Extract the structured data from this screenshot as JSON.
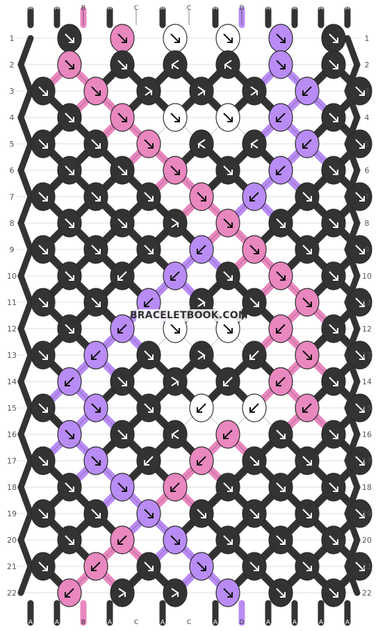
{
  "pattern": {
    "watermark": "BRACELETBOOK.COM",
    "strings": {
      "letters": [
        "A",
        "A",
        "B",
        "A",
        "C",
        "A",
        "C",
        "A",
        "D",
        "A",
        "A",
        "A",
        "A"
      ],
      "colors": {
        "A": "#333333",
        "B": "#e987bf",
        "C": "#ffffff",
        "D": "#b98cf5"
      }
    },
    "rows": [
      {
        "label": "1",
        "knots": [
          {
            "c": "A",
            "d": "f"
          },
          {
            "c": "B",
            "d": "f"
          },
          {
            "c": "C",
            "d": "f"
          },
          {
            "c": "C",
            "d": "f"
          },
          {
            "c": "D",
            "d": "f"
          },
          {
            "c": "A",
            "d": "f"
          }
        ]
      },
      {
        "label": "2",
        "knots": [
          {
            "c": "B",
            "d": "f"
          },
          {
            "c": "A",
            "d": "f"
          },
          {
            "c": "A",
            "d": "bf"
          },
          {
            "c": "A",
            "d": "bf"
          },
          {
            "c": "D",
            "d": "f"
          },
          {
            "c": "A",
            "d": "f"
          }
        ]
      },
      {
        "label": "3",
        "knots": [
          {
            "c": "A",
            "d": "f"
          },
          {
            "c": "B",
            "d": "f"
          },
          {
            "c": "A",
            "d": "fb"
          },
          {
            "c": "A",
            "d": "fb"
          },
          {
            "c": "A",
            "d": "fb"
          },
          {
            "c": "D",
            "d": "b"
          },
          {
            "c": "A",
            "d": "f"
          }
        ]
      },
      {
        "label": "4",
        "knots": [
          {
            "c": "A",
            "d": "f"
          },
          {
            "c": "B",
            "d": "f"
          },
          {
            "c": "C",
            "d": "f"
          },
          {
            "c": "C",
            "d": "f"
          },
          {
            "c": "D",
            "d": "b"
          },
          {
            "c": "A",
            "d": "f"
          }
        ]
      },
      {
        "label": "5",
        "knots": [
          {
            "c": "A",
            "d": "f"
          },
          {
            "c": "A",
            "d": "f"
          },
          {
            "c": "B",
            "d": "f"
          },
          {
            "c": "A",
            "d": "bf"
          },
          {
            "c": "A",
            "d": "bf"
          },
          {
            "c": "D",
            "d": "b"
          },
          {
            "c": "A",
            "d": "f"
          }
        ]
      },
      {
        "label": "6",
        "knots": [
          {
            "c": "A",
            "d": "f"
          },
          {
            "c": "A",
            "d": "f"
          },
          {
            "c": "B",
            "d": "f"
          },
          {
            "c": "A",
            "d": "f"
          },
          {
            "c": "D",
            "d": "b"
          },
          {
            "c": "A",
            "d": "f"
          }
        ]
      },
      {
        "label": "7",
        "knots": [
          {
            "c": "A",
            "d": "f"
          },
          {
            "c": "A",
            "d": "f"
          },
          {
            "c": "A",
            "d": "f"
          },
          {
            "c": "B",
            "d": "f"
          },
          {
            "c": "D",
            "d": "b"
          },
          {
            "c": "A",
            "d": "f"
          },
          {
            "c": "A",
            "d": "f"
          }
        ]
      },
      {
        "label": "8",
        "knots": [
          {
            "c": "A",
            "d": "f"
          },
          {
            "c": "A",
            "d": "f"
          },
          {
            "c": "A",
            "d": "fb"
          },
          {
            "c": "B",
            "d": "f"
          },
          {
            "c": "A",
            "d": "f"
          },
          {
            "c": "A",
            "d": "f"
          }
        ]
      },
      {
        "label": "9",
        "knots": [
          {
            "c": "A",
            "d": "f"
          },
          {
            "c": "A",
            "d": "f"
          },
          {
            "c": "A",
            "d": "f"
          },
          {
            "c": "D",
            "d": "b"
          },
          {
            "c": "B",
            "d": "f"
          },
          {
            "c": "A",
            "d": "f"
          },
          {
            "c": "A",
            "d": "f"
          }
        ]
      },
      {
        "label": "10",
        "knots": [
          {
            "c": "A",
            "d": "f"
          },
          {
            "c": "A",
            "d": "b"
          },
          {
            "c": "D",
            "d": "b"
          },
          {
            "c": "A",
            "d": "f"
          },
          {
            "c": "B",
            "d": "f"
          },
          {
            "c": "A",
            "d": "f"
          }
        ]
      },
      {
        "label": "11",
        "knots": [
          {
            "c": "A",
            "d": "f"
          },
          {
            "c": "A",
            "d": "f"
          },
          {
            "c": "D",
            "d": "b"
          },
          {
            "c": "A",
            "d": "fb"
          },
          {
            "c": "A",
            "d": "f"
          },
          {
            "c": "B",
            "d": "f"
          },
          {
            "c": "A",
            "d": "f"
          }
        ]
      },
      {
        "label": "12",
        "knots": [
          {
            "c": "A",
            "d": "f"
          },
          {
            "c": "D",
            "d": "b"
          },
          {
            "c": "C",
            "d": "f"
          },
          {
            "c": "C",
            "d": "f"
          },
          {
            "c": "B",
            "d": "b"
          },
          {
            "c": "A",
            "d": "f"
          }
        ]
      },
      {
        "label": "13",
        "knots": [
          {
            "c": "A",
            "d": "f"
          },
          {
            "c": "D",
            "d": "b"
          },
          {
            "c": "A",
            "d": "f"
          },
          {
            "c": "A",
            "d": "fb"
          },
          {
            "c": "A",
            "d": "b"
          },
          {
            "c": "B",
            "d": "f"
          },
          {
            "c": "A",
            "d": "f"
          }
        ]
      },
      {
        "label": "14",
        "knots": [
          {
            "c": "D",
            "d": "b"
          },
          {
            "c": "A",
            "d": "f"
          },
          {
            "c": "A",
            "d": "fb"
          },
          {
            "c": "A",
            "d": "b"
          },
          {
            "c": "B",
            "d": "b"
          },
          {
            "c": "A",
            "d": "f"
          }
        ]
      },
      {
        "label": "15",
        "knots": [
          {
            "c": "A",
            "d": "f"
          },
          {
            "c": "D",
            "d": "f"
          },
          {
            "c": "A",
            "d": "f"
          },
          {
            "c": "C",
            "d": "b"
          },
          {
            "c": "C",
            "d": "b"
          },
          {
            "c": "B",
            "d": "b"
          },
          {
            "c": "A",
            "d": "f"
          }
        ]
      },
      {
        "label": "16",
        "knots": [
          {
            "c": "D",
            "d": "f"
          },
          {
            "c": "A",
            "d": "f"
          },
          {
            "c": "A",
            "d": "bf"
          },
          {
            "c": "B",
            "d": "b"
          },
          {
            "c": "A",
            "d": "f"
          },
          {
            "c": "A",
            "d": "f"
          }
        ]
      },
      {
        "label": "17",
        "knots": [
          {
            "c": "A",
            "d": "f"
          },
          {
            "c": "D",
            "d": "f"
          },
          {
            "c": "A",
            "d": "b"
          },
          {
            "c": "B",
            "d": "b"
          },
          {
            "c": "A",
            "d": "f"
          },
          {
            "c": "A",
            "d": "f"
          },
          {
            "c": "A",
            "d": "f"
          }
        ]
      },
      {
        "label": "18",
        "knots": [
          {
            "c": "A",
            "d": "f"
          },
          {
            "c": "D",
            "d": "f"
          },
          {
            "c": "B",
            "d": "b"
          },
          {
            "c": "A",
            "d": "f"
          },
          {
            "c": "A",
            "d": "f"
          },
          {
            "c": "A",
            "d": "f"
          }
        ]
      },
      {
        "label": "19",
        "knots": [
          {
            "c": "A",
            "d": "f"
          },
          {
            "c": "A",
            "d": "f"
          },
          {
            "c": "D",
            "d": "f"
          },
          {
            "c": "A",
            "d": "f"
          },
          {
            "c": "A",
            "d": "f"
          },
          {
            "c": "A",
            "d": "f"
          },
          {
            "c": "A",
            "d": "f"
          }
        ]
      },
      {
        "label": "20",
        "knots": [
          {
            "c": "A",
            "d": "f"
          },
          {
            "c": "B",
            "d": "b"
          },
          {
            "c": "D",
            "d": "f"
          },
          {
            "c": "A",
            "d": "f"
          },
          {
            "c": "A",
            "d": "f"
          },
          {
            "c": "A",
            "d": "f"
          }
        ]
      },
      {
        "label": "21",
        "knots": [
          {
            "c": "A",
            "d": "f"
          },
          {
            "c": "B",
            "d": "b"
          },
          {
            "c": "A",
            "d": "f"
          },
          {
            "c": "D",
            "d": "f"
          },
          {
            "c": "A",
            "d": "f"
          },
          {
            "c": "A",
            "d": "f"
          },
          {
            "c": "A",
            "d": "f"
          }
        ]
      },
      {
        "label": "22",
        "knots": [
          {
            "c": "B",
            "d": "b"
          },
          {
            "c": "A",
            "d": "fb"
          },
          {
            "c": "A",
            "d": "fb"
          },
          {
            "c": "D",
            "d": "f"
          },
          {
            "c": "A",
            "d": "f"
          },
          {
            "c": "A",
            "d": "f"
          }
        ]
      }
    ]
  }
}
